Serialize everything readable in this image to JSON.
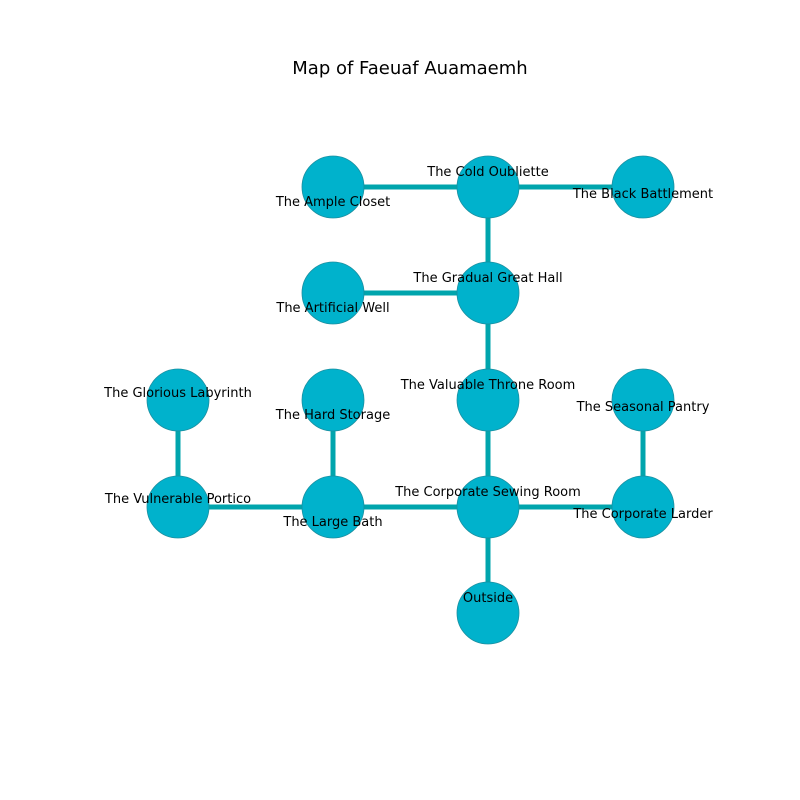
{
  "title": "Map of Faeuaf Auamaemh",
  "colors": {
    "node_fill": "#00b2cc",
    "node_stroke": "#1a8fa0",
    "edge": "#00a5ad",
    "background": "#ffffff",
    "text": "#000000"
  },
  "rooms": [
    {
      "id": "ample-closet",
      "label": "The Ample Closet"
    },
    {
      "id": "cold-oubliette",
      "label": "The Cold Oubliette"
    },
    {
      "id": "black-battlement",
      "label": "The Black Battlement"
    },
    {
      "id": "artificial-well",
      "label": "The Artificial Well"
    },
    {
      "id": "gradual-great-hall",
      "label": "The Gradual Great Hall"
    },
    {
      "id": "glorious-labyrinth",
      "label": "The Glorious Labyrinth"
    },
    {
      "id": "hard-storage",
      "label": "The Hard Storage"
    },
    {
      "id": "valuable-throne-room",
      "label": "The Valuable Throne Room"
    },
    {
      "id": "seasonal-pantry",
      "label": "The Seasonal Pantry"
    },
    {
      "id": "vulnerable-portico",
      "label": "The Vulnerable Portico"
    },
    {
      "id": "large-bath",
      "label": "The Large Bath"
    },
    {
      "id": "corporate-sewing-room",
      "label": "The Corporate Sewing Room"
    },
    {
      "id": "corporate-larder",
      "label": "The Corporate Larder"
    },
    {
      "id": "outside",
      "label": "Outside"
    }
  ],
  "connections": [
    [
      "ample-closet",
      "cold-oubliette"
    ],
    [
      "cold-oubliette",
      "black-battlement"
    ],
    [
      "cold-oubliette",
      "gradual-great-hall"
    ],
    [
      "artificial-well",
      "gradual-great-hall"
    ],
    [
      "gradual-great-hall",
      "valuable-throne-room"
    ],
    [
      "valuable-throne-room",
      "corporate-sewing-room"
    ],
    [
      "glorious-labyrinth",
      "vulnerable-portico"
    ],
    [
      "hard-storage",
      "large-bath"
    ],
    [
      "vulnerable-portico",
      "large-bath"
    ],
    [
      "large-bath",
      "corporate-sewing-room"
    ],
    [
      "corporate-sewing-room",
      "corporate-larder"
    ],
    [
      "seasonal-pantry",
      "corporate-larder"
    ],
    [
      "corporate-sewing-room",
      "outside"
    ]
  ]
}
